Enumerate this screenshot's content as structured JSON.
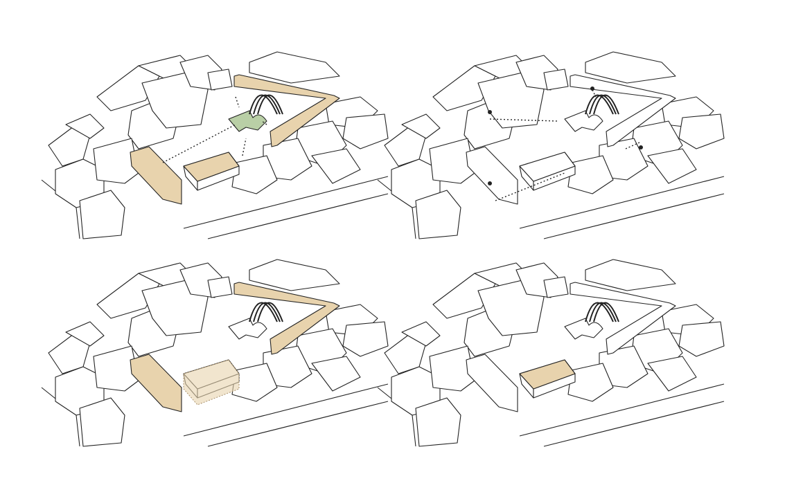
{
  "colors": {
    "highlight_building": "#e8d3ad",
    "highlight_pool": "#b9cfa6",
    "line": "#222222",
    "background": "#ffffff"
  },
  "panels": [
    {
      "highlight_edges": true,
      "highlight_hall": true,
      "green_pool": true,
      "access_arrows": "inward",
      "pedestrians": false,
      "hall_state": "existing"
    },
    {
      "highlight_edges": false,
      "highlight_hall": false,
      "green_pool": false,
      "access_arrows": "through",
      "pedestrians": true,
      "hall_state": "existing"
    },
    {
      "highlight_edges": true,
      "highlight_hall": false,
      "green_pool": false,
      "access_arrows": "none",
      "pedestrians": false,
      "hall_state": "ghost"
    },
    {
      "highlight_edges": false,
      "highlight_hall": true,
      "green_pool": false,
      "access_arrows": "none",
      "pedestrians": false,
      "hall_state": "existing"
    }
  ]
}
